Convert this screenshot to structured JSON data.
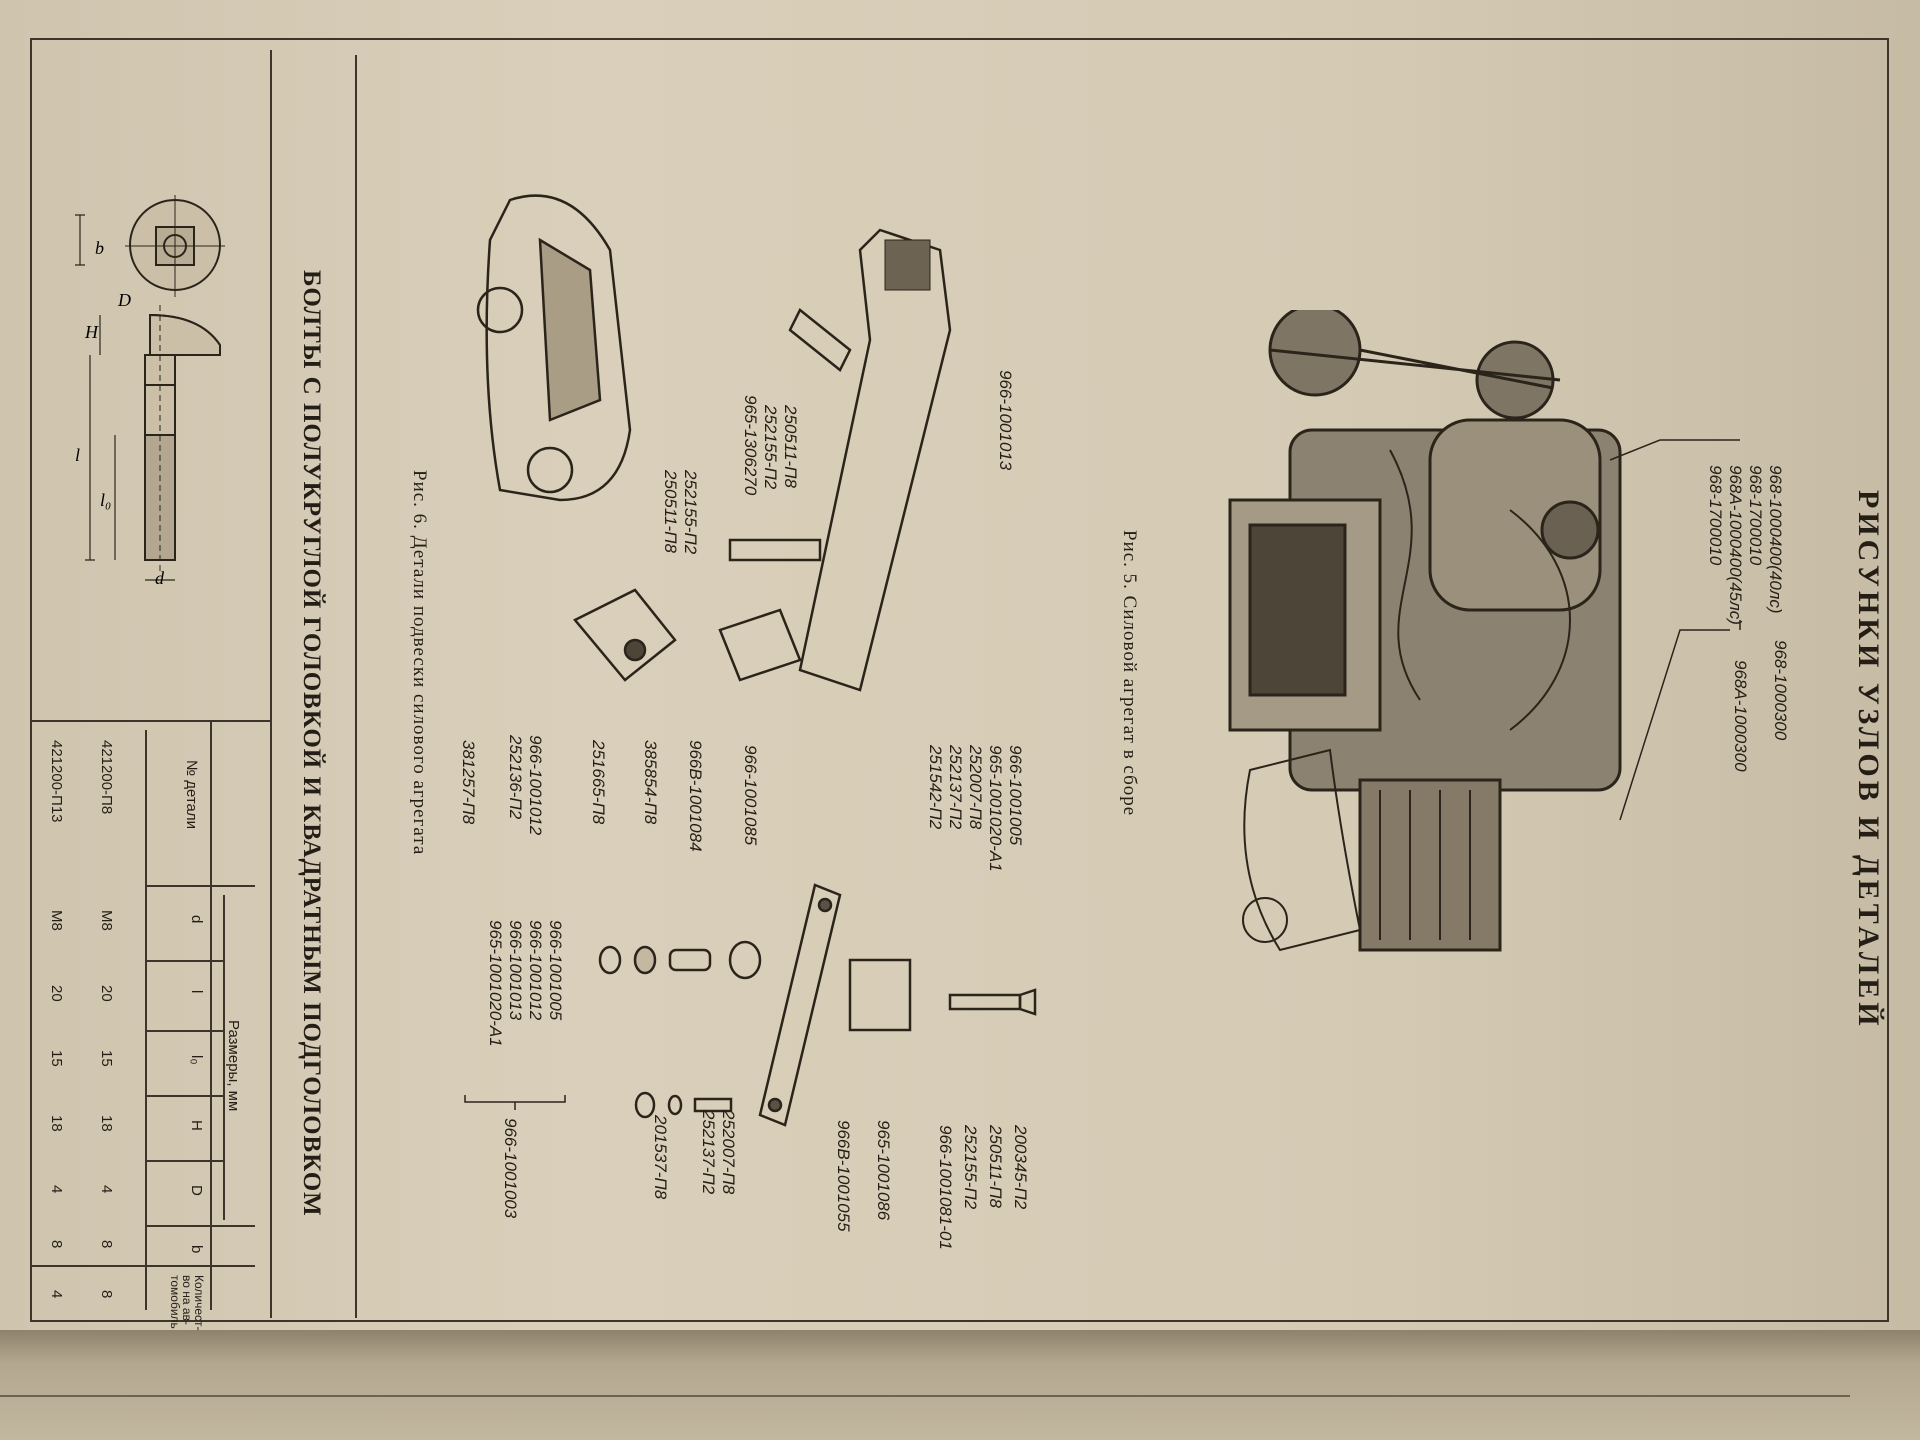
{
  "page_title": "РИСУНКИ УЗЛОВ И ДЕТАЛЕЙ",
  "fig5": {
    "caption": "Рис. 5. Силовой агрегат в сборе",
    "callouts_left": [
      "968-1000400(40лс)",
      "968-1700010",
      "968А-1000400(45лс)",
      "968-1700010"
    ],
    "callouts_right": [
      "968-1000300",
      "968А-1000300"
    ]
  },
  "fig6": {
    "caption": "Рис. 6. Детали подвески силового агрегата",
    "frame_labels": [
      "966-1001013",
      "250511-П8",
      "252155-П2",
      "965-1306270",
      "252155-П2",
      "250511-П8"
    ],
    "mid_labels": [
      "966-1001005",
      "965-1001020-А1",
      "252007-П8",
      "252137-П2",
      "251542-П2"
    ],
    "column_labels": [
      "966-1001085",
      "966В-1001084",
      "385854-П8",
      "251665-П8",
      "966-1001012",
      "252136-П2",
      "381257-П8"
    ],
    "group_list": [
      "966-1001005",
      "966-1001012",
      "966-1001013",
      "965-1001020-А1"
    ],
    "group_target": "966-1001003",
    "bottom_labels": [
      "200345-П2",
      "250511-П8",
      "252155-П2",
      "966-1001081-01",
      "965-1001086",
      "966В-1001055",
      "252007-П8",
      "252137-П2",
      "201537-П8"
    ]
  },
  "bolts": {
    "title": "БОЛТЫ С ПОЛУКРУГЛОЙ ГОЛОВКОЙ И КВАДРАТНЫМ ПОДГОЛОВКОМ",
    "dim_labels": [
      "b",
      "D",
      "H",
      "l",
      "l₀",
      "d"
    ],
    "table": {
      "col_part": "№ детали",
      "col_dims": "Размеры, мм",
      "col_qty": "Количест- во на ав- томобиль",
      "dim_headers": [
        "d",
        "l",
        "l₀",
        "H",
        "D",
        "b"
      ],
      "rows": [
        {
          "part": "421200-П8",
          "d": "М8",
          "l": "20",
          "l0": "15",
          "H": "18",
          "D": "4",
          "b": "8",
          "qty": "8"
        },
        {
          "part": "421200-П13",
          "d": "М8",
          "l": "20",
          "l0": "15",
          "H": "18",
          "D": "4",
          "b": "8",
          "qty": "4"
        }
      ]
    }
  }
}
